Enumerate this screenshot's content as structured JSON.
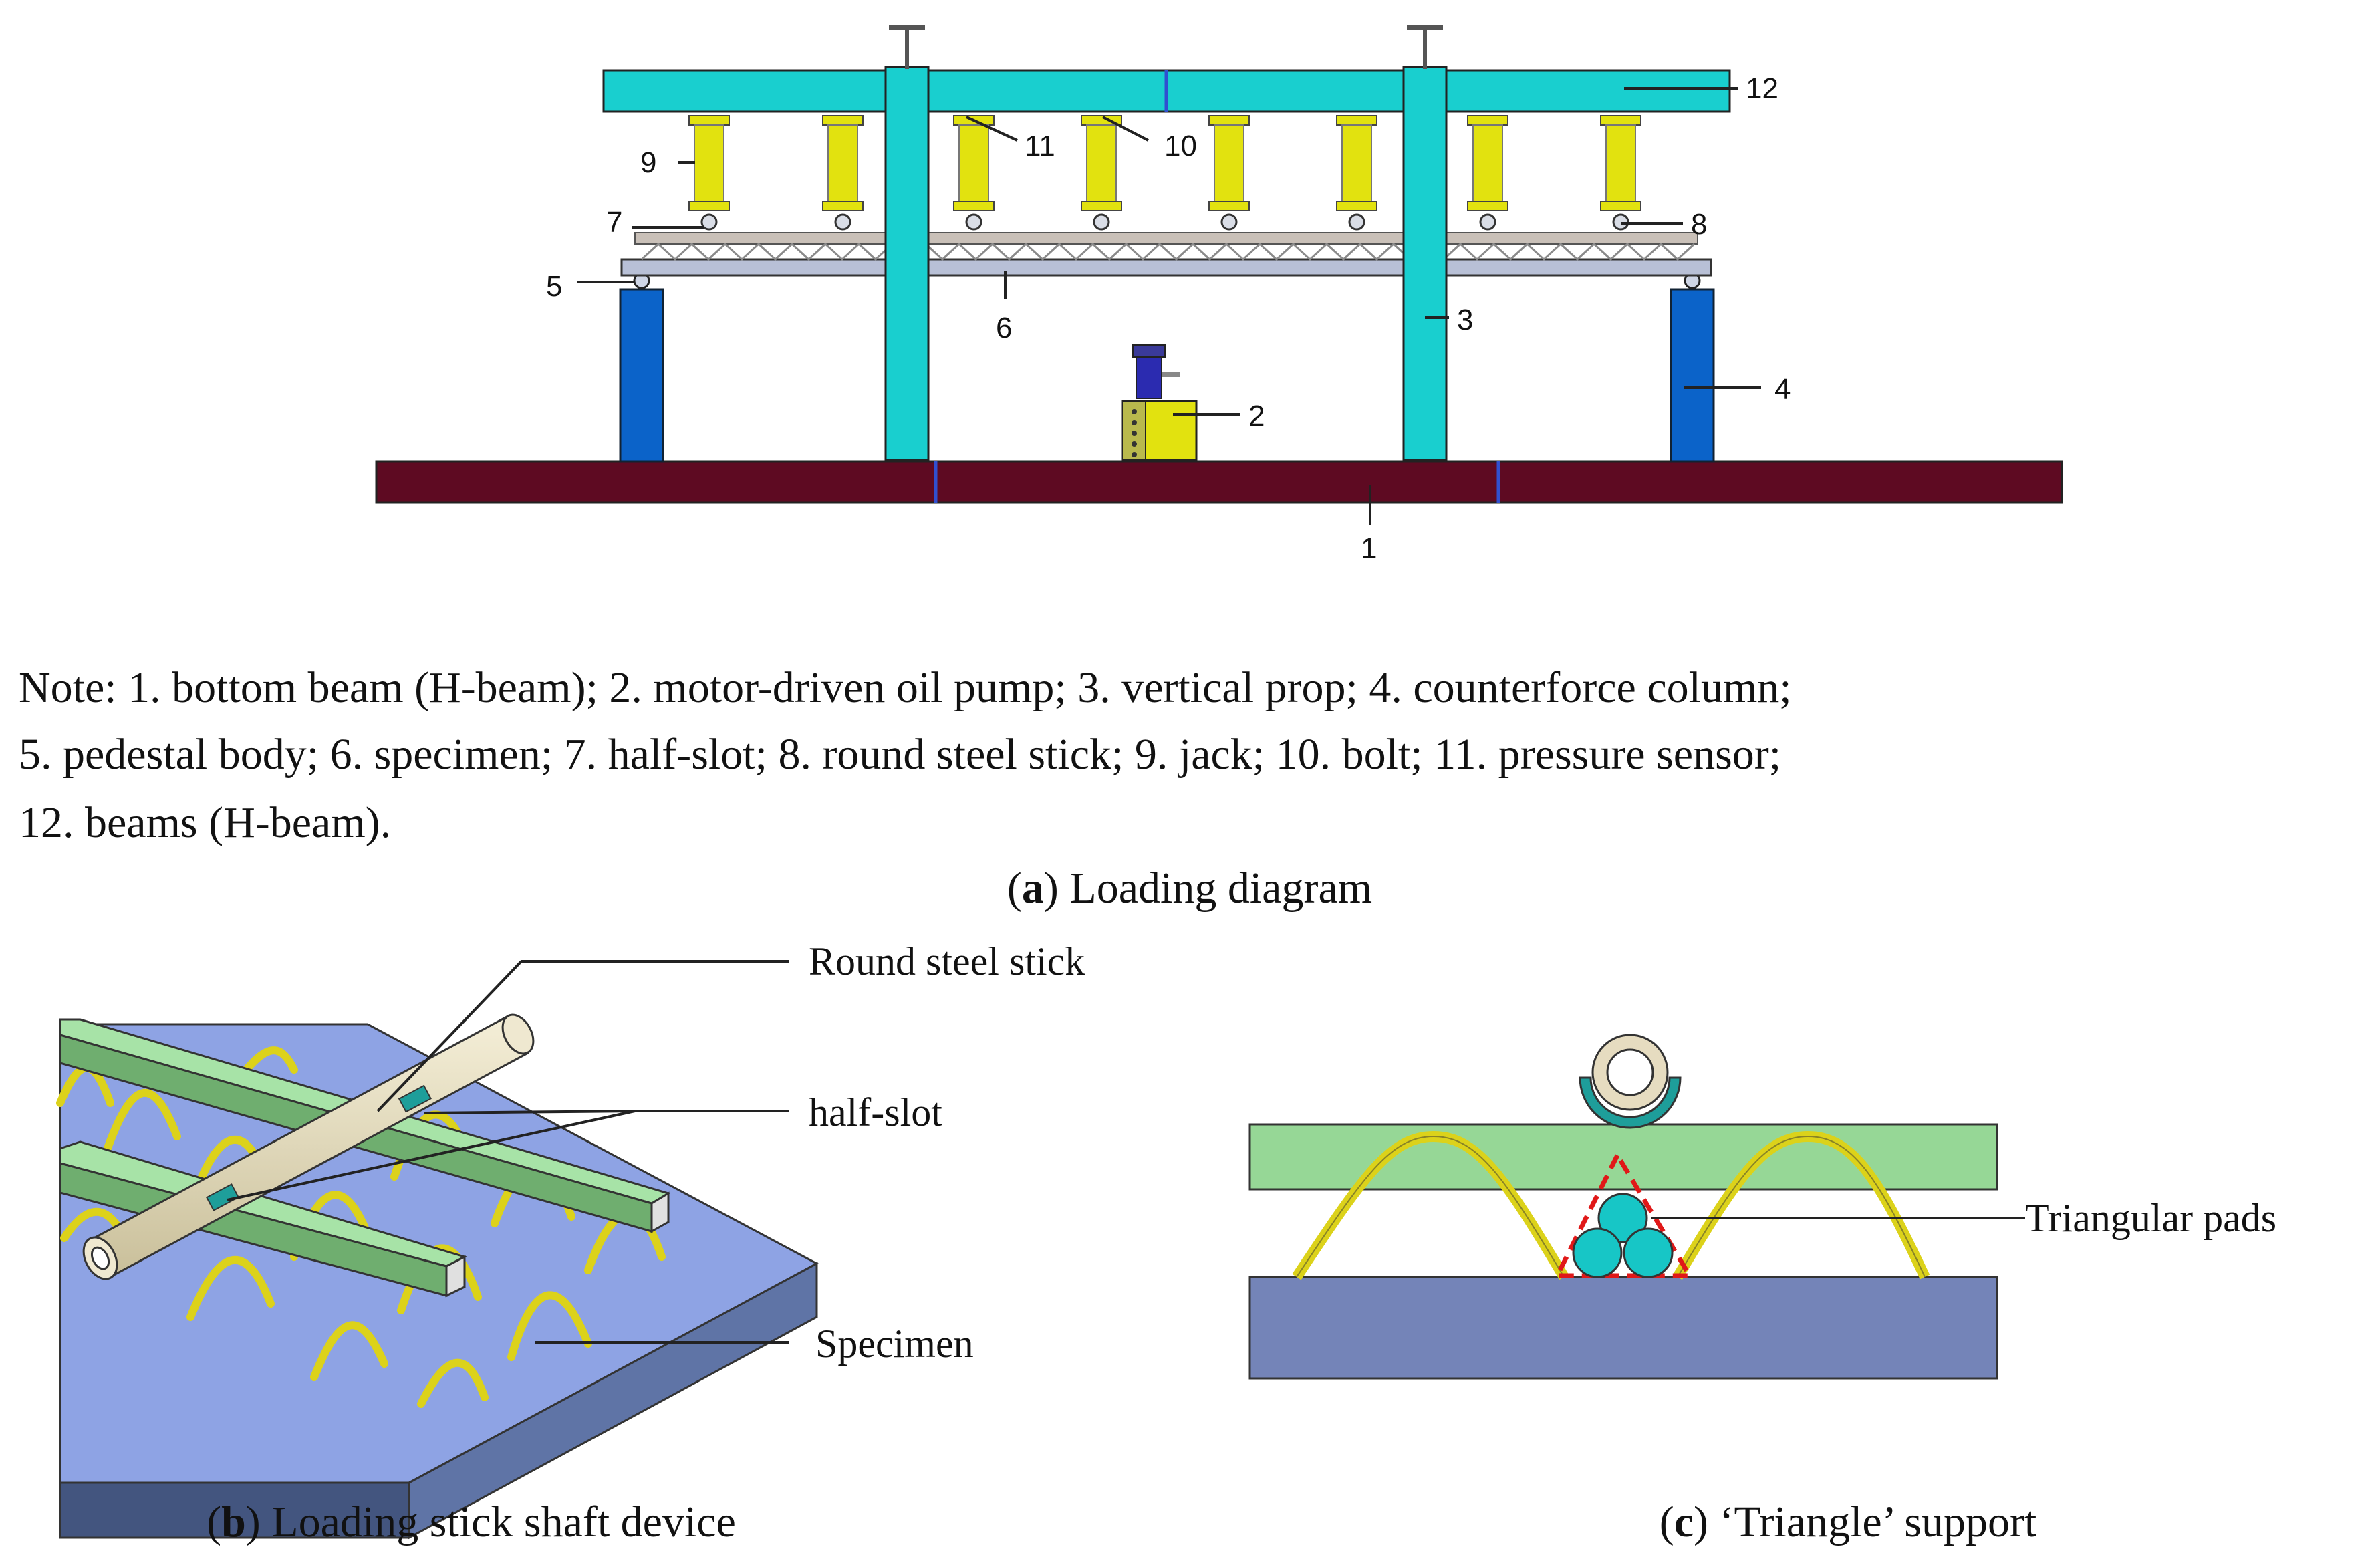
{
  "panel_a": {
    "numbers": [
      "1",
      "2",
      "3",
      "4",
      "5",
      "6",
      "7",
      "8",
      "9",
      "10",
      "11",
      "12"
    ],
    "note_lines": [
      "Note: 1. bottom beam (H-beam); 2. motor-driven oil pump; 3. vertical prop; 4. counterforce column;",
      "5. pedestal body; 6. specimen; 7. half-slot; 8. round steel stick; 9. jack; 10. bolt; 11. pressure sensor;",
      "12. beams (H-beam)."
    ],
    "caption_letter": "a",
    "caption_text": " Loading diagram"
  },
  "panel_b": {
    "labels": {
      "round_steel_stick": "Round steel stick",
      "half_slot": "half-slot",
      "specimen": "Specimen"
    },
    "caption_letter": "b",
    "caption_text": " Loading stick shaft device"
  },
  "panel_c": {
    "labels": {
      "triangular_pads": "Triangular pads"
    },
    "caption_letter": "c",
    "caption_text": " ‘Triangle’ support"
  },
  "colors": {
    "beam_cyan": "#19cfcf",
    "bottom_beam": "#5e0a22",
    "column_blue": "#0b63c9",
    "jack_yellow": "#e2e20f",
    "specimen_gray": "#b8c0d6",
    "green_bar": "#96d796",
    "blue_slab": "#7484b8",
    "pad_cyan": "#17c6c6",
    "triangle_red": "#e01818"
  }
}
